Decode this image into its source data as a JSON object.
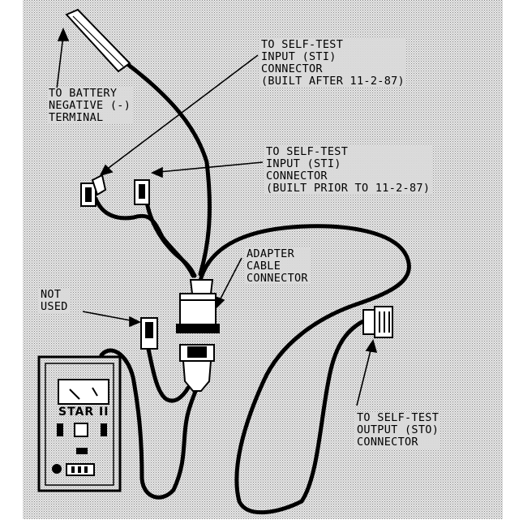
{
  "labels": {
    "battery": [
      "TO BATTERY",
      "NEGATIVE (-)",
      "TERMINAL"
    ],
    "sti_after": [
      "TO SELF-TEST",
      "INPUT (STI)",
      "CONNECTOR",
      "(BUILT AFTER 11-2-87)"
    ],
    "sti_prior": [
      "TO SELF-TEST",
      "INPUT (STI)",
      "CONNECTOR",
      "(BUILT PRIOR TO 11-2-87)"
    ],
    "adapter": [
      "ADAPTER",
      "CABLE",
      "CONNECTOR"
    ],
    "not_used": [
      "NOT",
      "USED"
    ],
    "sto": [
      "TO SELF-TEST",
      "OUTPUT (STO)",
      "CONNECTOR"
    ]
  },
  "tester": {
    "name": "STAR II"
  }
}
